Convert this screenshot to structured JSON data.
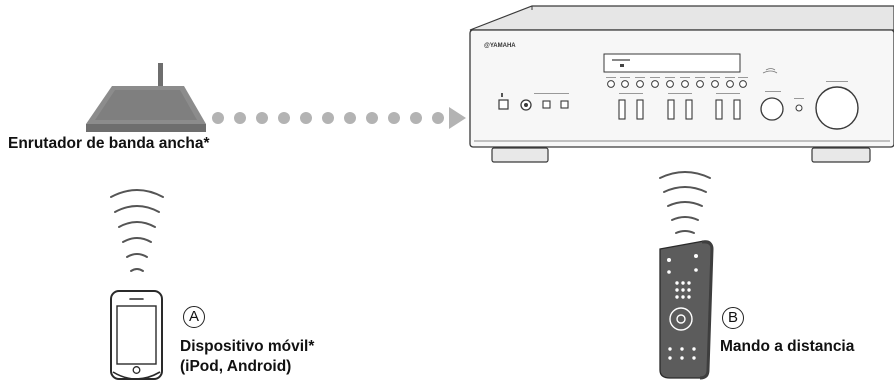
{
  "receiver": {
    "brand": "@YAMAHA"
  },
  "router": {
    "label": "Enrutador de banda ancha*"
  },
  "mobile": {
    "marker": "A",
    "label_line1": "Dispositivo móvil*",
    "label_line2": "(iPod, Android)"
  },
  "remote": {
    "marker": "B",
    "label": "Mando a distancia"
  },
  "colors": {
    "device_body": "#d9d9d9",
    "device_dark": "#5a5a5a",
    "router_body": "#6e6e6e",
    "dots": "#b3b3b3",
    "outline": "#3a3a3a"
  }
}
